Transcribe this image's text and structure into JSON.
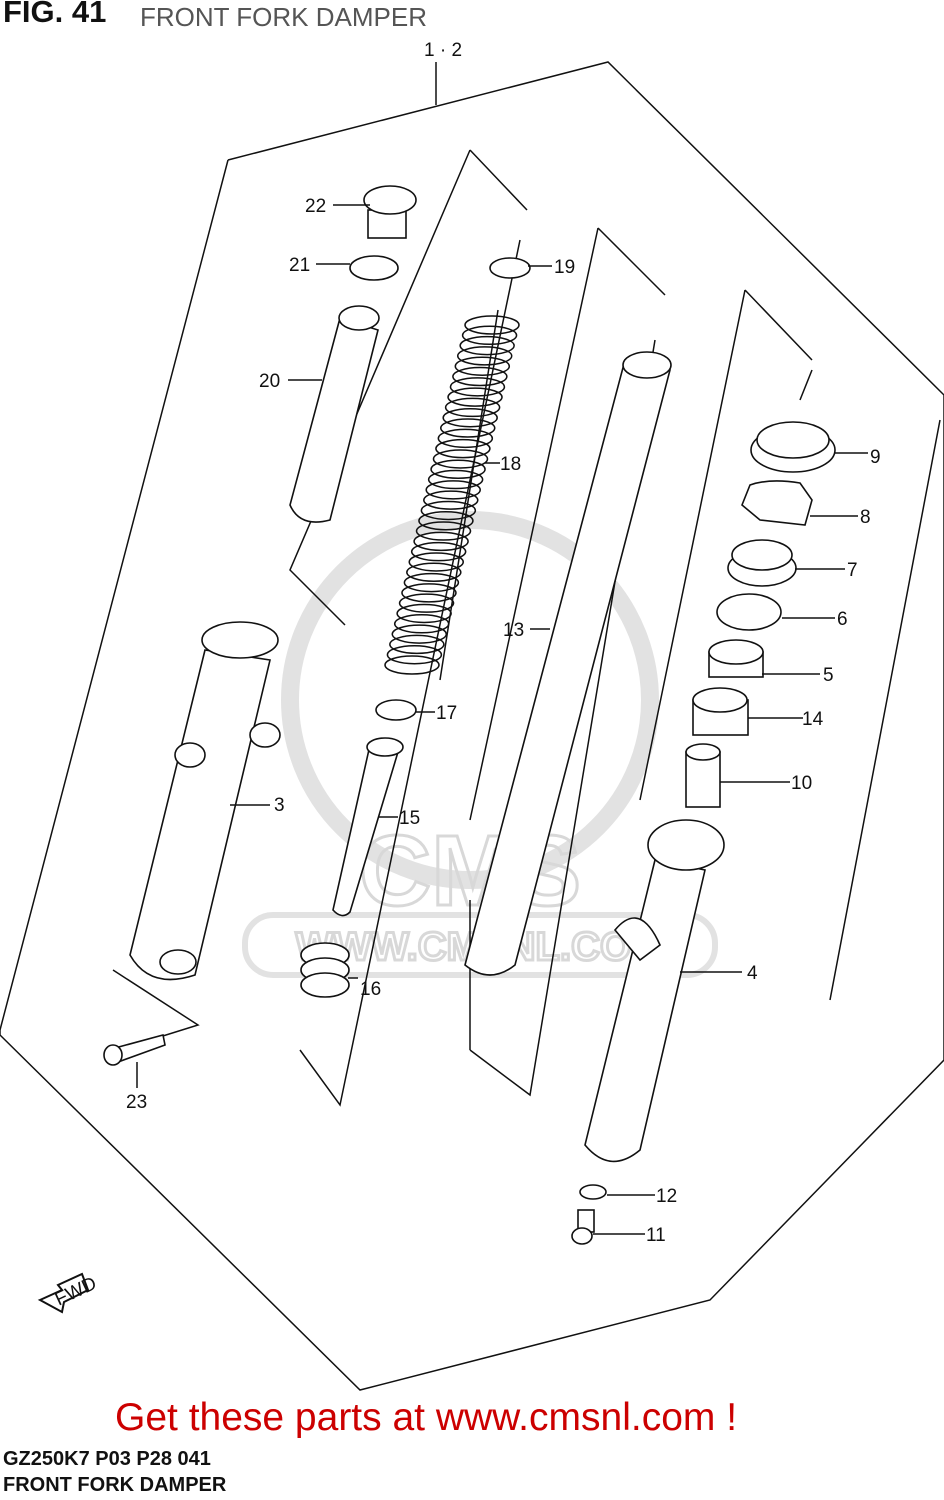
{
  "header": {
    "figure": "FIG. 41",
    "subtitle": "FRONT FORK DAMPER"
  },
  "footer": {
    "model_code": "GZ250K7 P03 P28 041",
    "name": "FRONT FORK  DAMPER",
    "promo": "Get these parts at www.cmsnl.com !"
  },
  "watermark": "WWW.CMSNL.COM",
  "diagram": {
    "assembly_label": "1 · 2",
    "direction_label": "FWD",
    "callouts": [
      "22",
      "21",
      "20",
      "19",
      "18",
      "9",
      "8",
      "7",
      "6",
      "5",
      "14",
      "13",
      "17",
      "10",
      "3",
      "15",
      "16",
      "4",
      "23",
      "12",
      "11"
    ]
  }
}
